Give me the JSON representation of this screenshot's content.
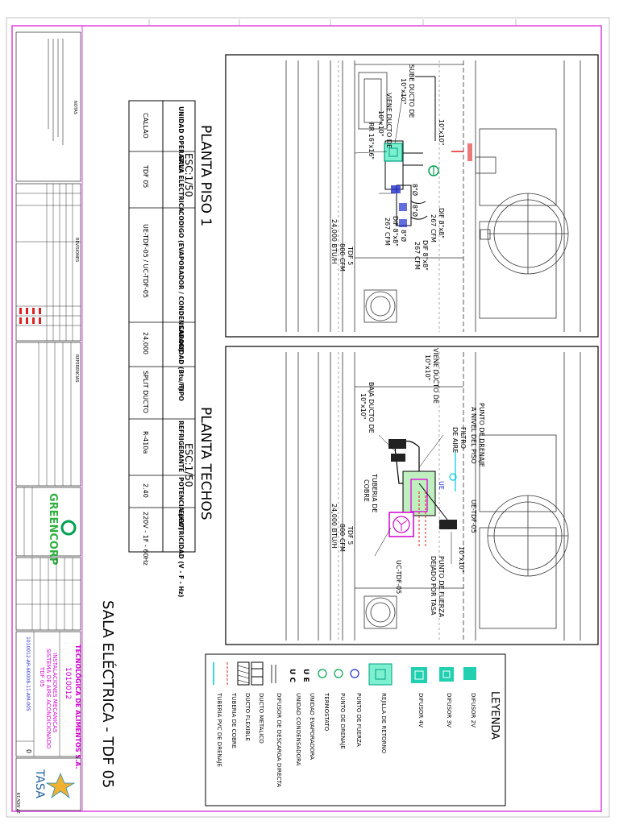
{
  "sheet": {
    "main_title": "SALA ELÉCTRICA - TDF 05",
    "plan1": {
      "title": "PLANTA PISO 1",
      "scale": "ESC:1/50"
    },
    "plan2": {
      "title": "PLANTA TECHOS",
      "scale": "ESC:1/50"
    }
  },
  "plan1_labels": {
    "sube_ducto": "SUBE DUCTO DE",
    "sube_size": "10\"x10\"",
    "viene_ducto": "VIENE DUCTO DE",
    "viene_size": "10\"x10\"",
    "duct_top": "10\"x10\"",
    "rr": "RR 16\"x16\"",
    "dif1": "DIF 8\"x8\"",
    "dif1_cfm": "267 CFM",
    "dif2": "DIF 8\"x8\"",
    "dif2_cfm": "267 CFM",
    "dif3": "DIF 8\"x8\"",
    "dif3_cfm": "267 CFM",
    "d1": "8\"Ø",
    "d2": "8\"Ø",
    "d3": "8\"Ø",
    "tdf": "TDF 5",
    "cfm": "800 CFM",
    "btu": "24,000 BTU/H"
  },
  "plan2_labels": {
    "viene_ducto": "VIENE DUCTO DE",
    "viene_size": "10\"x10\"",
    "baja_ducto": "BAJA DUCTO DE",
    "baja_size": "10\"x10\"",
    "punto_drenaje": "PUNTO DE DRENAJE",
    "nivel_piso": "A NIVEL DEL PISO",
    "filtro": "FILTRO",
    "de_aire": "DE AIRE",
    "ue": "UE",
    "ue_tdf": "UE-TDF-05",
    "duct_size": "10\"x10\"",
    "tuberia": "TUBERIA DE",
    "cobre": "COBRE",
    "punto_fuerza": "PUNTO DE FUERZA",
    "dejado": "DEJADO POR TASA",
    "uc": "UC-TDF-05",
    "tdf": "TDF 5",
    "cfm": "800 CFM",
    "btu": "24,000 BTU/H"
  },
  "equipment_table": {
    "headers": [
      "UNIDAD OPERATIVA",
      "SALA ELECTRICA",
      "CODIGO (EVAPORADOR / CONDENSADOR)",
      "CAPACIDAD (Btu/h)",
      "TIPO",
      "REFRIGERANTE",
      "POTENCIA (KW)",
      "ELECTRICIDAD (V - F - Hz)"
    ],
    "row": [
      "CALLAO",
      "TDF 05",
      "UE-TDF-05 / UC-TDF-05",
      "24,000",
      "SPLIT DUCTO",
      "R-410a",
      "2.40",
      "220V - 1F - 60Hz"
    ]
  },
  "legend": {
    "title": "LEYENDA",
    "items": [
      "DIFUSOR 2V",
      "DIFUSOR 3V",
      "DIFUSOR 4V",
      "REJILLA DE RETORNO",
      "PUNTO DE FUERZA",
      "PUNTO DE DRENAJE",
      "TERMOSTATO",
      "UNIDAD EVAPORADORA",
      "UNIDAD CONDENSADORA",
      "DIFUSOR DE DESCARGA DIRECTA",
      "DUCTO METALICO",
      "DUCTO FLEXIBLE",
      "TUBERIA DE COBRE",
      "TUBERIA PVC DE DRENAJE"
    ],
    "uc_symbol": "U C",
    "ue_symbol": "U E"
  },
  "title_block": {
    "logo_name": "GREENCORP",
    "client": "TECNOLÓGICA DE ALIMENTOS S.A.",
    "project_code": "1010012",
    "subject1": "INSTALACIONES MECANICAS",
    "subject2": "SISTEMA DE AIRE ACONDICIONADO",
    "subject3": "TDF 05",
    "drawing_no": "1010012-AR-60008-11-AM-005",
    "rev": "0",
    "brand": "TASA",
    "date": "27.NOV.19",
    "notas_title": "NOTAS",
    "revisiones_title": "REVISIONES",
    "referencias_title": "REFERENCIAS"
  },
  "colors": {
    "border": "#e040e0",
    "green": "#00a050",
    "teal": "#20d0b0",
    "magenta": "#d000d0",
    "cyan": "#00c8e0",
    "blue": "#2030d0",
    "red": "#e02020"
  }
}
